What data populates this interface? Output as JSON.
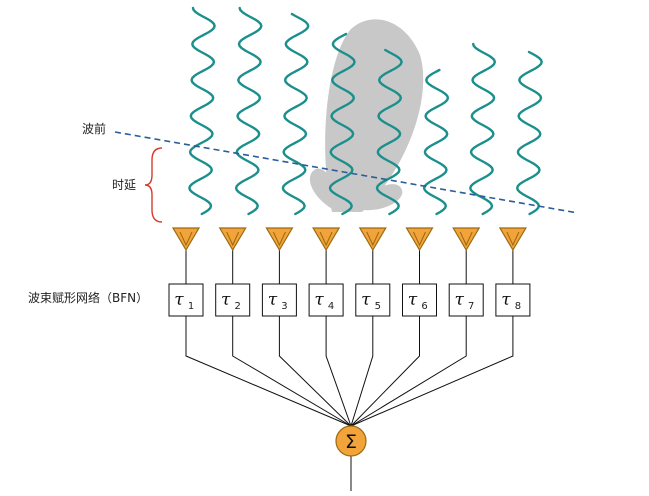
{
  "labels": {
    "wavefront": "波前",
    "time_delay": "时延",
    "bfn": "波束赋形网络（BFN）",
    "sum_symbol": "Σ"
  },
  "element_count": 8,
  "delay_symbol": "τ",
  "delays": [
    {
      "symbol": "τ",
      "index": "1"
    },
    {
      "symbol": "τ",
      "index": "2"
    },
    {
      "symbol": "τ",
      "index": "3"
    },
    {
      "symbol": "τ",
      "index": "4"
    },
    {
      "symbol": "τ",
      "index": "5"
    },
    {
      "symbol": "τ",
      "index": "6"
    },
    {
      "symbol": "τ",
      "index": "7"
    },
    {
      "symbol": "τ",
      "index": "8"
    }
  ],
  "colors": {
    "wave": "#1a8f8c",
    "antenna_fill": "#f2a33a",
    "antenna_stroke": "#9a6a10",
    "wavefront_line": "#2b5d9a",
    "brace": "#d9382c",
    "beam_lobe": "#c8c8c8",
    "summer_fill": "#f2a33a",
    "line": "#111111"
  },
  "icons": {
    "antenna": "antenna-triangle-icon",
    "summer": "summation-icon"
  }
}
